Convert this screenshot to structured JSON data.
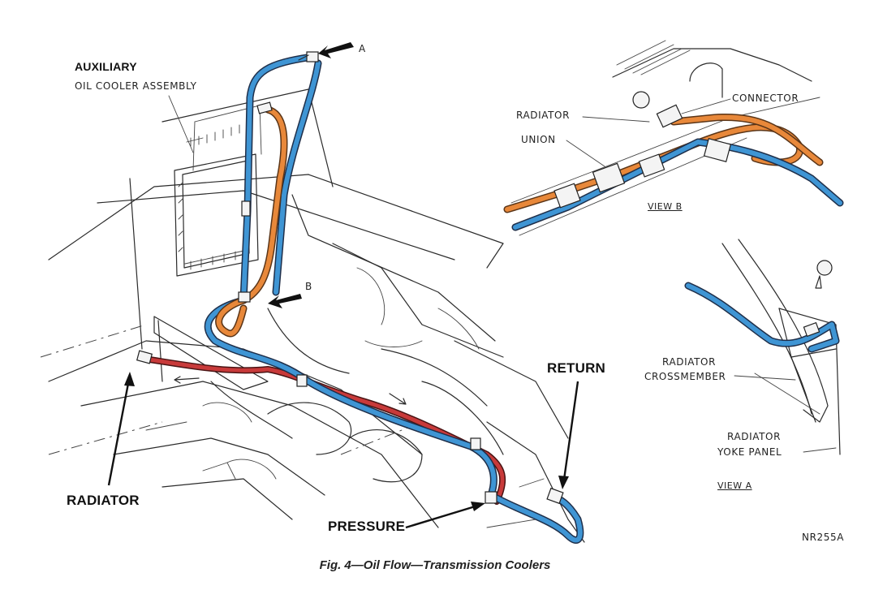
{
  "labels": {
    "auxiliary": "AUXILIARY",
    "oil_cooler_assembly": "OIL COOLER ASSEMBLY",
    "marker_a": "A",
    "marker_b": "B",
    "radiator_view_b": "RADIATOR",
    "connector": "CONNECTOR",
    "union": "UNION",
    "view_b": "VIEW B",
    "radiator_crossmember_1": "RADIATOR",
    "radiator_crossmember_2": "CROSSMEMBER",
    "radiator_yoke_1": "RADIATOR",
    "radiator_yoke_2": "YOKE PANEL",
    "view_a": "VIEW A",
    "return": "RETURN",
    "radiator_main": "RADIATOR",
    "pressure": "PRESSURE",
    "figure_code": "NR255A"
  },
  "caption": "Fig. 4—Oil Flow—Transmission Coolers",
  "colors": {
    "pressure_line": "#c83a3a",
    "return_line": "#3f95d4",
    "cooler_line": "#e8883a",
    "outline": "#2b2b2b"
  }
}
